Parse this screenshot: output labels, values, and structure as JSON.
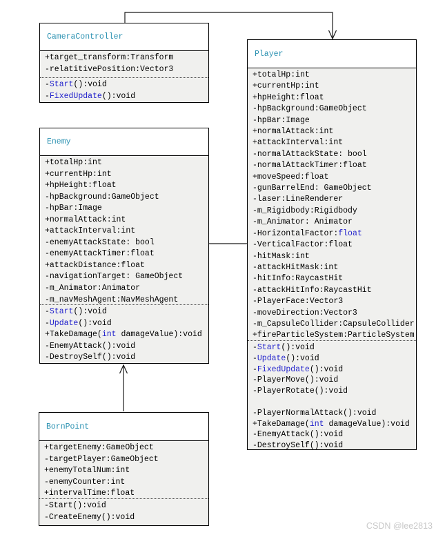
{
  "diagram": {
    "colors": {
      "title_text": "#2c92b2",
      "keyword_text": "#2222cc",
      "body_text": "#000000",
      "box_background": "#f0f0ee",
      "title_background": "#ffffff",
      "border": "#000000"
    },
    "classes": [
      {
        "id": "camera",
        "title": "CameraController",
        "attributes": [
          [
            "+target_transform:Transform"
          ],
          [
            "-relatitivePosition:Vector3"
          ]
        ],
        "methods": [
          [
            "-",
            {
              "k": "Start"
            },
            "():void"
          ],
          [
            "-",
            {
              "k": "FixedUpdate"
            },
            "():void"
          ]
        ]
      },
      {
        "id": "player",
        "title": "Player",
        "attributes": [
          [
            "+totalHp:int"
          ],
          [
            "+currentHp:int"
          ],
          [
            "+hpHeight:float"
          ],
          [
            "-hpBackground:GameObject"
          ],
          [
            "-hpBar:Image"
          ],
          [
            "+normalAttack:int"
          ],
          [
            "+attackInterval:int"
          ],
          [
            "-normalAttackState: bool"
          ],
          [
            "-normalAttackTimer:float"
          ],
          [
            "+moveSpeed:float"
          ],
          [
            "-gunBarrelEnd: GameObject"
          ],
          [
            "-laser:LineRenderer"
          ],
          [
            "-m_Rigidbody:Rigidbody"
          ],
          [
            "-m_Animator: Animator"
          ],
          [
            "-HorizontalFactor:",
            {
              "k": "float"
            }
          ],
          [
            "-VerticalFactor:float"
          ],
          [
            "-hitMask:int"
          ],
          [
            "-attackHitMask:int"
          ],
          [
            "-hitInfo:RaycastHit"
          ],
          [
            "-attackHitInfo:RaycastHit"
          ],
          [
            "-PlayerFace:Vector3"
          ],
          [
            "-moveDirection:Vector3"
          ],
          [
            "-m_CapsuleCollider:CapsuleCollider"
          ],
          [
            "+fireParticleSystem:ParticleSystem"
          ]
        ],
        "methods": [
          [
            "-",
            {
              "k": "Start"
            },
            "():void"
          ],
          [
            "-",
            {
              "k": "Update"
            },
            "():void"
          ],
          [
            "-",
            {
              "k": "FixedUpdate"
            },
            "():void"
          ],
          [
            "-PlayerMove():void"
          ],
          [
            "-PlayerRotate():void"
          ],
          [],
          [
            "-PlayerNormalAttack():void"
          ],
          [
            "+TakeDamage(",
            {
              "k": "int"
            },
            " damageValue):void"
          ],
          [
            "-EnemyAttack():void"
          ],
          [
            "-DestroySelf():void"
          ]
        ]
      },
      {
        "id": "enemy",
        "title": "Enemy",
        "attributes": [
          [
            "+totalHp:int"
          ],
          [
            "+currentHp:int"
          ],
          [
            "+hpHeight:float"
          ],
          [
            "-hpBackground:GameObject"
          ],
          [
            "-hpBar:Image"
          ],
          [
            "+normalAttack:int"
          ],
          [
            "+attackInterval:int"
          ],
          [
            "-enemyAttackState: bool"
          ],
          [
            "-enemyAttackTimer:float"
          ],
          [
            "+attackDistance:float"
          ],
          [
            "-navigationTarget: GameObject"
          ],
          [
            "-m_Animator:Animator"
          ],
          [
            "-m_navMeshAgent:NavMeshAgent"
          ]
        ],
        "methods": [
          [
            "-",
            {
              "k": "Start"
            },
            "():void"
          ],
          [
            "-",
            {
              "k": "Update"
            },
            "():void"
          ],
          [
            "+TakeDamage(",
            {
              "k": "int"
            },
            " damageValue):void"
          ],
          [
            "-EnemyAttack():void"
          ],
          [
            "-DestroySelf():void"
          ]
        ]
      },
      {
        "id": "born",
        "title": "BornPoint",
        "attributes": [
          [
            "+targetEnemy:GameObject"
          ],
          [
            "-targetPlayer:GameObject"
          ],
          [
            "+enemyTotalNum:int"
          ],
          [
            "-enemyCounter:int"
          ],
          [
            "+intervalTime:float"
          ]
        ],
        "methods": [
          [
            "-Start():void"
          ],
          [
            "-CreateEnemy():void"
          ]
        ]
      }
    ],
    "relations": [
      {
        "from": "CameraController",
        "to": "Player",
        "type": "directed-association"
      },
      {
        "from": "Enemy",
        "to": "Player",
        "type": "association"
      },
      {
        "from": "BornPoint",
        "to": "Enemy",
        "type": "directed-association"
      }
    ],
    "watermark": "CSDN @lee2813"
  }
}
